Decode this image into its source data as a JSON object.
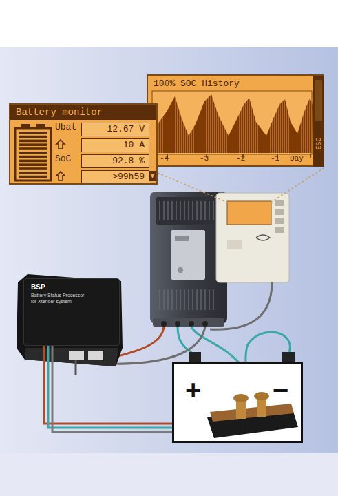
{
  "diagram": {
    "nodes": [
      {
        "text": [
          "Battery monitor"
        ]
      },
      {
        "text": [
          "12.67 V"
        ],
        "in": 0
      },
      {
        "text": [
          "10 A"
        ],
        "in": 0
      },
      {
        "text": [
          "92.8 %"
        ],
        "in": 0
      },
      {
        "text": [
          ">99h59"
        ],
        "in": 0
      },
      {
        "text": [
          "100% SOC History"
        ]
      },
      {
        "text": [
          "BSP",
          "Battery Status Processor for Xtender system"
        ]
      },
      {
        "text": [
          "+",
          "−"
        ]
      }
    ],
    "edges": [
      {
        "from": 6,
        "to": 7,
        "arrow": "none"
      }
    ],
    "labels": [
      "Ubat",
      "SoC",
      "-4",
      "-3",
      "-2",
      "-1",
      "Day",
      "ESC"
    ]
  }
}
